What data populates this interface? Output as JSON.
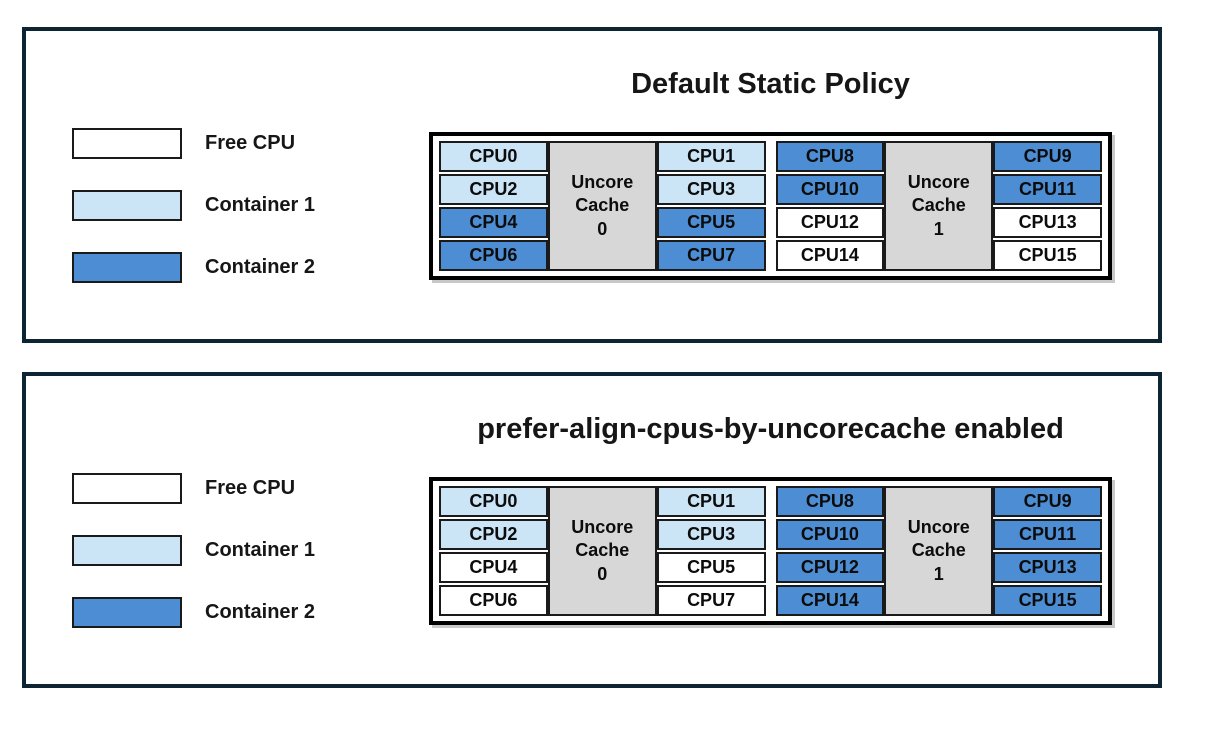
{
  "colors": {
    "free": "#FFFFFF",
    "container1": "#CBE5F7",
    "container2": "#4D8DD3",
    "uncore_cache_fill": "#D7D7D7",
    "panel_border": "#0D2433",
    "cell_border": "#1A1A1A"
  },
  "legend": {
    "items": [
      {
        "id": "free-cpu",
        "label": "Free CPU",
        "color": "#FFFFFF"
      },
      {
        "id": "container-1",
        "label": "Container 1",
        "color": "#CBE5F7"
      },
      {
        "id": "container-2",
        "label": "Container 2",
        "color": "#4D8DD3"
      }
    ]
  },
  "panels": [
    {
      "title": "Default Static Policy",
      "caches": [
        {
          "label": "Uncore\nCache\n0",
          "left_cpus": [
            {
              "label": "CPU0",
              "owner": "container1"
            },
            {
              "label": "CPU2",
              "owner": "container1"
            },
            {
              "label": "CPU4",
              "owner": "container2"
            },
            {
              "label": "CPU6",
              "owner": "container2"
            }
          ],
          "right_cpus": [
            {
              "label": "CPU1",
              "owner": "container1"
            },
            {
              "label": "CPU3",
              "owner": "container1"
            },
            {
              "label": "CPU5",
              "owner": "container2"
            },
            {
              "label": "CPU7",
              "owner": "container2"
            }
          ]
        },
        {
          "label": "Uncore\nCache\n1",
          "left_cpus": [
            {
              "label": "CPU8",
              "owner": "container2"
            },
            {
              "label": "CPU10",
              "owner": "container2"
            },
            {
              "label": "CPU12",
              "owner": "free"
            },
            {
              "label": "CPU14",
              "owner": "free"
            }
          ],
          "right_cpus": [
            {
              "label": "CPU9",
              "owner": "container2"
            },
            {
              "label": "CPU11",
              "owner": "container2"
            },
            {
              "label": "CPU13",
              "owner": "free"
            },
            {
              "label": "CPU15",
              "owner": "free"
            }
          ]
        }
      ]
    },
    {
      "title": "prefer-align-cpus-by-uncorecache enabled",
      "caches": [
        {
          "label": "Uncore\nCache\n0",
          "left_cpus": [
            {
              "label": "CPU0",
              "owner": "container1"
            },
            {
              "label": "CPU2",
              "owner": "container1"
            },
            {
              "label": "CPU4",
              "owner": "free"
            },
            {
              "label": "CPU6",
              "owner": "free"
            }
          ],
          "right_cpus": [
            {
              "label": "CPU1",
              "owner": "container1"
            },
            {
              "label": "CPU3",
              "owner": "container1"
            },
            {
              "label": "CPU5",
              "owner": "free"
            },
            {
              "label": "CPU7",
              "owner": "free"
            }
          ]
        },
        {
          "label": "Uncore\nCache\n1",
          "left_cpus": [
            {
              "label": "CPU8",
              "owner": "container2"
            },
            {
              "label": "CPU10",
              "owner": "container2"
            },
            {
              "label": "CPU12",
              "owner": "container2"
            },
            {
              "label": "CPU14",
              "owner": "container2"
            }
          ],
          "right_cpus": [
            {
              "label": "CPU9",
              "owner": "container2"
            },
            {
              "label": "CPU11",
              "owner": "container2"
            },
            {
              "label": "CPU13",
              "owner": "container2"
            },
            {
              "label": "CPU15",
              "owner": "container2"
            }
          ]
        }
      ]
    }
  ]
}
